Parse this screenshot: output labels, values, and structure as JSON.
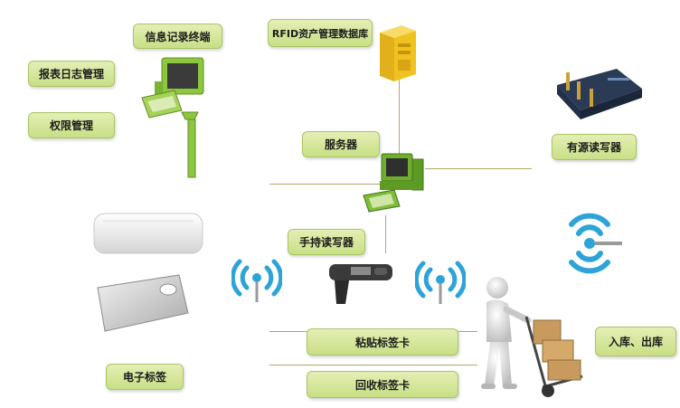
{
  "labels": {
    "terminal": "信息记录终端",
    "report_log": "报表日志管理",
    "permission": "权限管理",
    "database": "RFID资产管理数据库",
    "server": "服务器",
    "active_reader": "有源读写器",
    "handheld_reader": "手持读写器",
    "stick_tag": "粘贴标签卡",
    "recycle_tag": "回收标签卡",
    "e_tag": "电子标签",
    "in_out": "入库、出库"
  },
  "colors": {
    "label_fill": "#d6e79c",
    "label_border": "#a9c566",
    "connector": "#b7a46a",
    "wifi_blue": "#2ea3d8",
    "terminal_green": "#8dc63f",
    "server_yellow": "#f0c21f"
  },
  "icons": [
    "terminal-computer-icon",
    "server-icon",
    "network-computer-icon",
    "active-reader-device-icon",
    "handheld-reader-icon",
    "wifi-signal-icon",
    "rfid-tag-icon",
    "person-handcart-icon"
  ]
}
